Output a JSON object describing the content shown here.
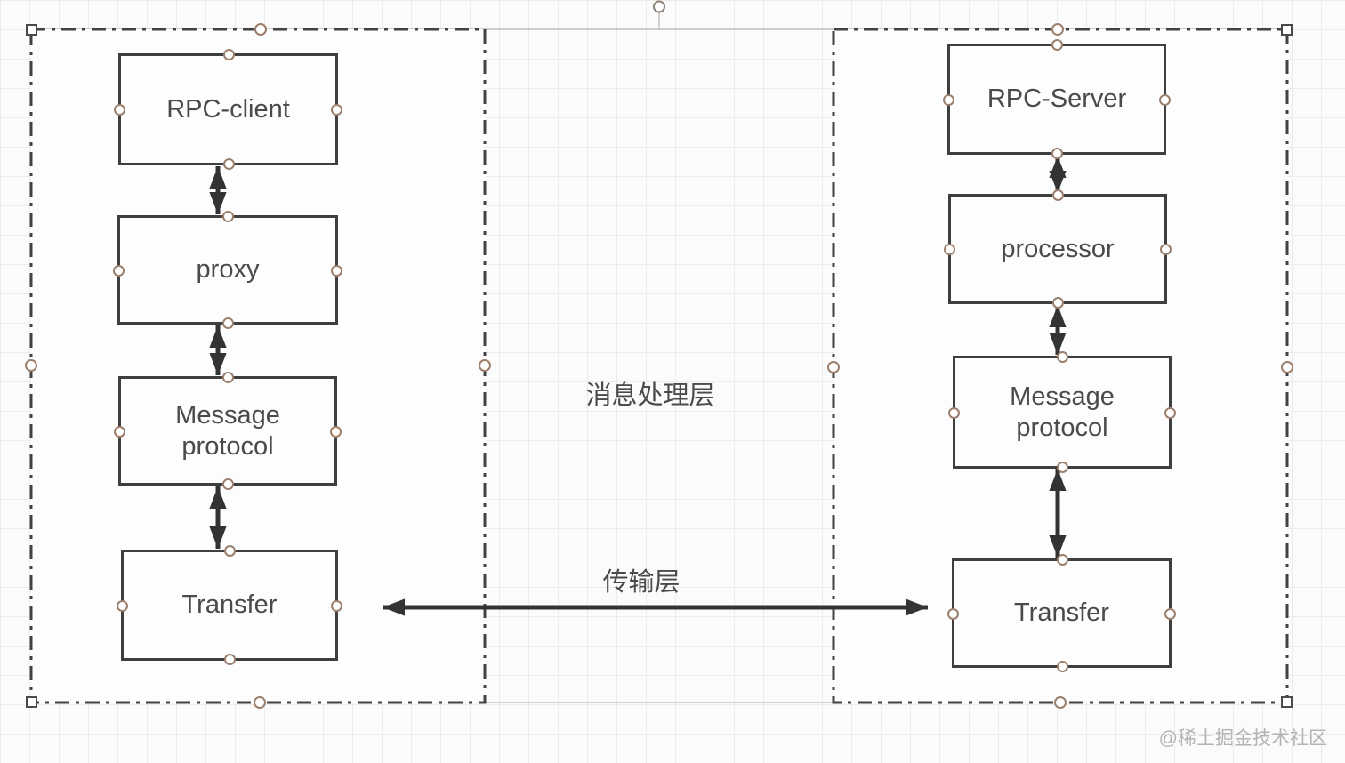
{
  "canvas": {
    "watermark": "@稀土掘金技术社区"
  },
  "client_side": {
    "boxes": [
      {
        "label": "RPC-client"
      },
      {
        "label": "proxy"
      },
      {
        "label": "Message protocol"
      },
      {
        "label": "Transfer"
      }
    ]
  },
  "server_side": {
    "boxes": [
      {
        "label": "RPC-Server"
      },
      {
        "label": "processor"
      },
      {
        "label": "Message protocol"
      },
      {
        "label": "Transfer"
      }
    ]
  },
  "layer_labels": {
    "message_layer": "消息处理层",
    "transport_layer": "传输层"
  },
  "colors": {
    "shape_stroke": "#3f3f3f",
    "container_stroke": "#424242",
    "text": "#4a4a4a",
    "arrow": "#333333",
    "connection_point": "#9b7f6d",
    "grid_line": "#ececec",
    "background": "#fbfbfb",
    "watermark": "#b3b3b3"
  }
}
